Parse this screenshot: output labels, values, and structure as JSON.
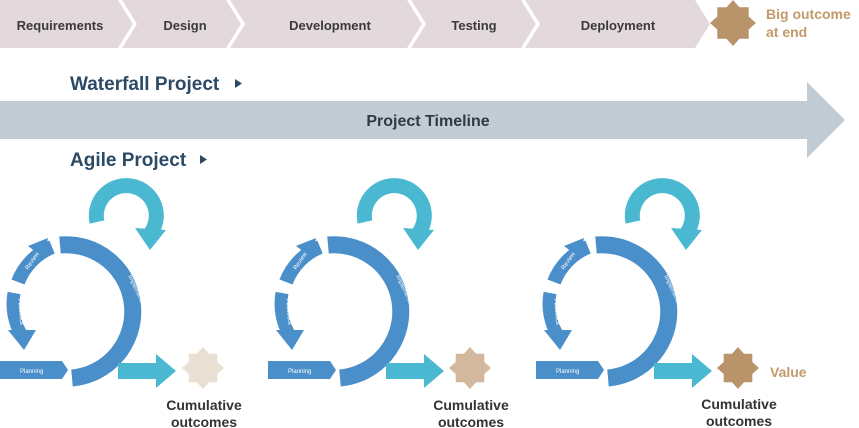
{
  "waterfall": {
    "phases": [
      "Requirements",
      "Design",
      "Development",
      "Testing",
      "Deployment"
    ],
    "outcome_line1": "Big outcome",
    "outcome_line2": "at end",
    "title": "Waterfall Project"
  },
  "timeline": {
    "label": "Project Timeline"
  },
  "agile": {
    "title": "Agile Project",
    "cycle_labels": {
      "planning": "Planning",
      "implementation": "Implementation",
      "review": "Review",
      "feedback": "Feedback"
    },
    "outcome_line1": "Cumulative",
    "outcome_line2": "outcomes",
    "value_label": "Value"
  },
  "colors": {
    "chevron": "#e3d8dc",
    "timeline": "#c2ccd5",
    "cycle_dark": "#4a8fc9",
    "cycle_light": "#4bb8d2",
    "star_light": "#e9dfd3",
    "star_mid": "#d4b89e",
    "star_dark": "#b9936a"
  }
}
